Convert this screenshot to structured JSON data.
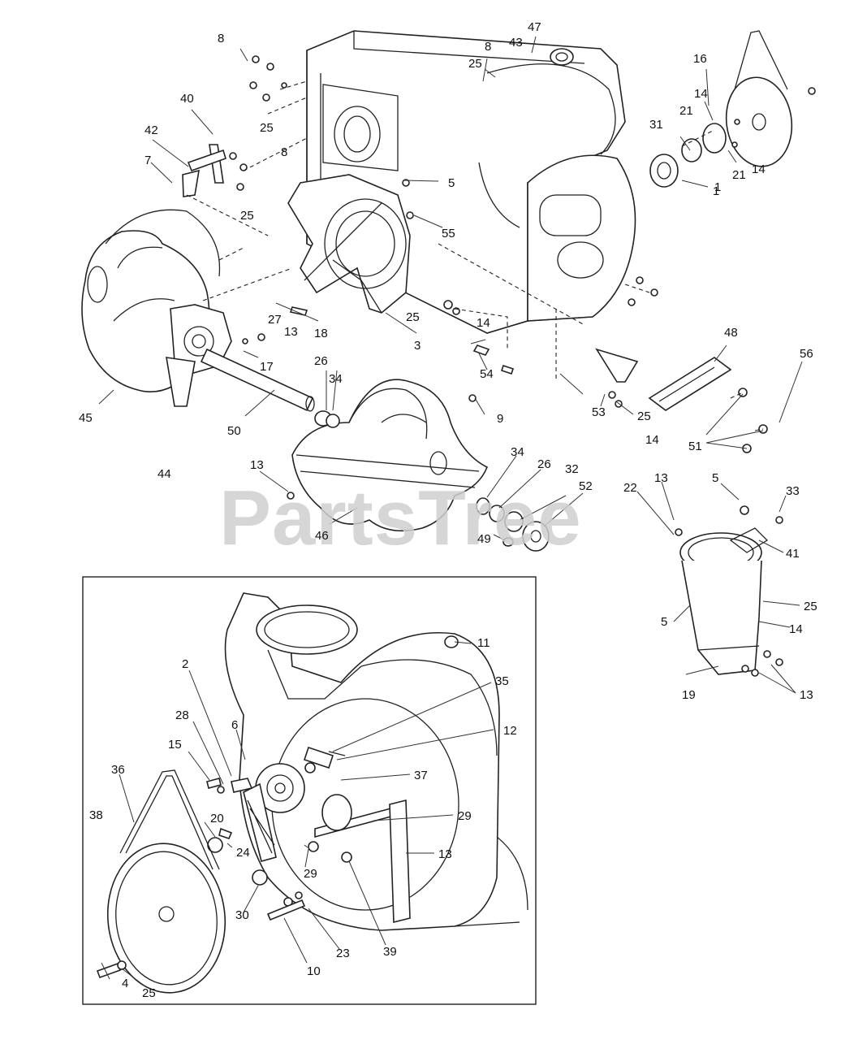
{
  "watermark": "PartsTree",
  "callouts": [
    "1",
    "2",
    "3",
    "4",
    "5",
    "6",
    "7",
    "8",
    "9",
    "10",
    "11",
    "12",
    "13",
    "14",
    "15",
    "16",
    "17",
    "18",
    "19",
    "20",
    "21",
    "22",
    "23",
    "24",
    "25",
    "26",
    "27",
    "28",
    "29",
    "30",
    "31",
    "32",
    "33",
    "34",
    "35",
    "36",
    "37",
    "38",
    "39",
    "40",
    "41",
    "42",
    "43",
    "44",
    "45",
    "46",
    "47",
    "48",
    "49",
    "50",
    "51",
    "52",
    "53",
    "54",
    "55",
    "56"
  ],
  "icons": [
    "arrow-icon",
    "auger-icon",
    "impeller-icon",
    "housing-icon",
    "pulley-icon",
    "belt-icon",
    "chute-icon",
    "bolt-icon",
    "nut-icon",
    "bearing-icon",
    "shaft-icon",
    "bracket-icon",
    "plate-icon"
  ]
}
